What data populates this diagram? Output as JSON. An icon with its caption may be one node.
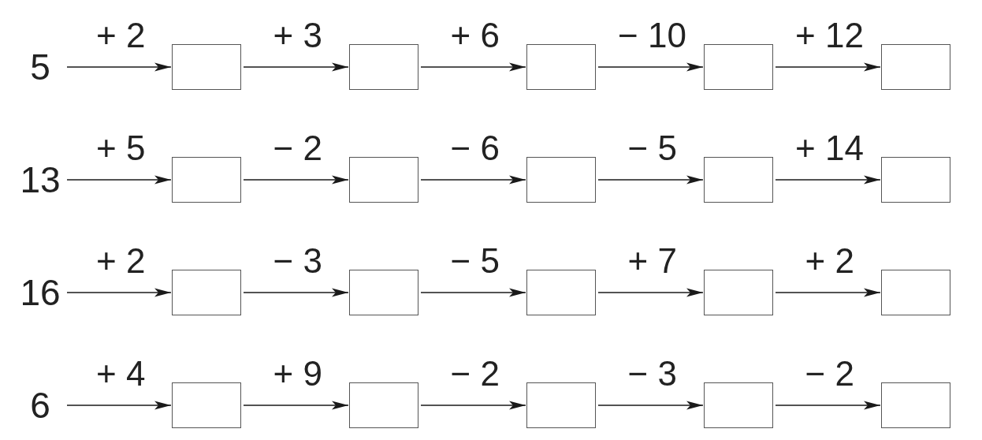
{
  "diagram": {
    "nodes": [
      {
        "text": [
          "5"
        ]
      },
      {
        "text": [],
        "shape": "box"
      },
      {
        "text": [],
        "shape": "box"
      },
      {
        "text": [],
        "shape": "box"
      },
      {
        "text": [],
        "shape": "box"
      },
      {
        "text": [],
        "shape": "box"
      },
      {
        "text": [
          "13"
        ]
      },
      {
        "text": [],
        "shape": "box"
      },
      {
        "text": [],
        "shape": "box"
      },
      {
        "text": [],
        "shape": "box"
      },
      {
        "text": [],
        "shape": "box"
      },
      {
        "text": [],
        "shape": "box"
      },
      {
        "text": [
          "16"
        ]
      },
      {
        "text": [],
        "shape": "box"
      },
      {
        "text": [],
        "shape": "box"
      },
      {
        "text": [],
        "shape": "box"
      },
      {
        "text": [],
        "shape": "box"
      },
      {
        "text": [],
        "shape": "box"
      },
      {
        "text": [
          "6"
        ]
      },
      {
        "text": [],
        "shape": "box"
      },
      {
        "text": [],
        "shape": "box"
      },
      {
        "text": [],
        "shape": "box"
      },
      {
        "text": [],
        "shape": "box"
      },
      {
        "text": [],
        "shape": "box"
      }
    ],
    "edges": [
      {
        "from": 0,
        "to": 1,
        "arrow": "to",
        "label": "+ 2"
      },
      {
        "from": 1,
        "to": 2,
        "arrow": "to",
        "label": "+ 3"
      },
      {
        "from": 2,
        "to": 3,
        "arrow": "to",
        "label": "+ 6"
      },
      {
        "from": 3,
        "to": 4,
        "arrow": "to",
        "label": "− 10"
      },
      {
        "from": 4,
        "to": 5,
        "arrow": "to",
        "label": "+ 12"
      },
      {
        "from": 6,
        "to": 7,
        "arrow": "to",
        "label": "+ 5"
      },
      {
        "from": 7,
        "to": 8,
        "arrow": "to",
        "label": "− 2"
      },
      {
        "from": 8,
        "to": 9,
        "arrow": "to",
        "label": "− 6"
      },
      {
        "from": 9,
        "to": 10,
        "arrow": "to",
        "label": "− 5"
      },
      {
        "from": 10,
        "to": 11,
        "arrow": "to",
        "label": "+ 14"
      },
      {
        "from": 12,
        "to": 13,
        "arrow": "to",
        "label": "+ 2"
      },
      {
        "from": 13,
        "to": 14,
        "arrow": "to",
        "label": "− 3"
      },
      {
        "from": 14,
        "to": 15,
        "arrow": "to",
        "label": "− 5"
      },
      {
        "from": 15,
        "to": 16,
        "arrow": "to",
        "label": "+ 7"
      },
      {
        "from": 16,
        "to": 17,
        "arrow": "to",
        "label": "+ 2"
      },
      {
        "from": 18,
        "to": 19,
        "arrow": "to",
        "label": "+ 4"
      },
      {
        "from": 19,
        "to": 20,
        "arrow": "to",
        "label": "+ 9"
      },
      {
        "from": 20,
        "to": 21,
        "arrow": "to",
        "label": "− 2"
      },
      {
        "from": 21,
        "to": 22,
        "arrow": "to",
        "label": "− 3"
      },
      {
        "from": 22,
        "to": 23,
        "arrow": "to",
        "label": "− 2"
      }
    ]
  }
}
